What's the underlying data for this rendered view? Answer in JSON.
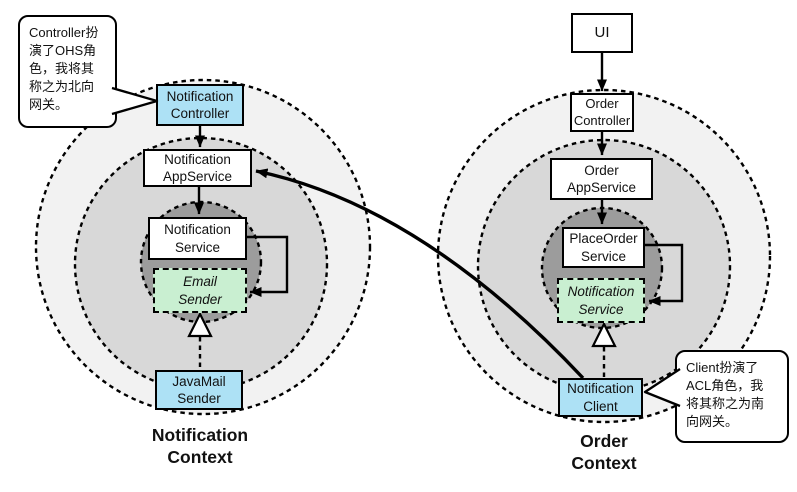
{
  "colors": {
    "box_blue": "#ade1f5",
    "box_green": "#c9efd1",
    "ring_outer": "#f2f2f2",
    "ring_middle": "#d8d8d8",
    "ring_inner": "#9c9c9c",
    "line": "#000000"
  },
  "notification_context": {
    "title": "Notification Context",
    "controller": "Notification Controller",
    "app_service": "Notification AppService",
    "domain_service": "Notification Service",
    "email_sender": "Email Sender",
    "javamail_sender": "JavaMail Sender"
  },
  "order_context": {
    "title": "Order Context",
    "ui": "UI",
    "controller": "Order Controller",
    "app_service": "Order AppService",
    "domain_service": "PlaceOrder Service",
    "notification_service": "Notification Service",
    "client": "Notification Client"
  },
  "callouts": {
    "north_gateway": "Controller扮演了OHS角色，我将其称之为北向网关。",
    "south_gateway": "Client扮演了ACL角色，我将其称之为南向网关。"
  }
}
